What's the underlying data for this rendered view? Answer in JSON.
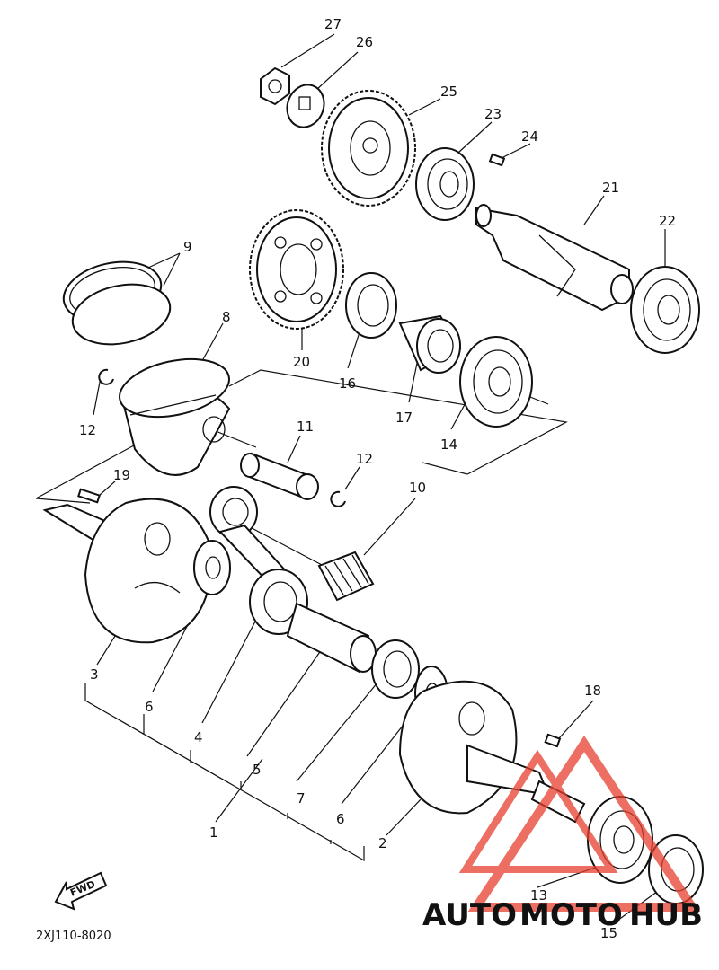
{
  "diagram": {
    "code": "2XJ110-8020",
    "fwd_label": "FWD",
    "parts": [
      {
        "id": "p1",
        "label": "1"
      },
      {
        "id": "p2",
        "label": "2"
      },
      {
        "id": "p3",
        "label": "3"
      },
      {
        "id": "p4",
        "label": "4"
      },
      {
        "id": "p5",
        "label": "5"
      },
      {
        "id": "p6a",
        "label": "6"
      },
      {
        "id": "p6b",
        "label": "6"
      },
      {
        "id": "p7",
        "label": "7"
      },
      {
        "id": "p8",
        "label": "8"
      },
      {
        "id": "p9",
        "label": "9"
      },
      {
        "id": "p10",
        "label": "10"
      },
      {
        "id": "p11",
        "label": "11"
      },
      {
        "id": "p12a",
        "label": "12"
      },
      {
        "id": "p12b",
        "label": "12"
      },
      {
        "id": "p13",
        "label": "13"
      },
      {
        "id": "p14",
        "label": "14"
      },
      {
        "id": "p15",
        "label": "15"
      },
      {
        "id": "p16",
        "label": "16"
      },
      {
        "id": "p17",
        "label": "17"
      },
      {
        "id": "p18",
        "label": "18"
      },
      {
        "id": "p19",
        "label": "19"
      },
      {
        "id": "p20",
        "label": "20"
      },
      {
        "id": "p21",
        "label": "21"
      },
      {
        "id": "p22",
        "label": "22"
      },
      {
        "id": "p23",
        "label": "23"
      },
      {
        "id": "p24",
        "label": "24"
      },
      {
        "id": "p25",
        "label": "25"
      },
      {
        "id": "p26",
        "label": "26"
      },
      {
        "id": "p27",
        "label": "27"
      }
    ]
  },
  "watermark": {
    "part1": "AUTO",
    "part2": "MOTO",
    "part3": "HUB",
    "colors": {
      "auto": "#f2b27a",
      "moto": "#f08a8a",
      "hub": "#7a7a7a",
      "triangle": "#e8402f"
    }
  }
}
